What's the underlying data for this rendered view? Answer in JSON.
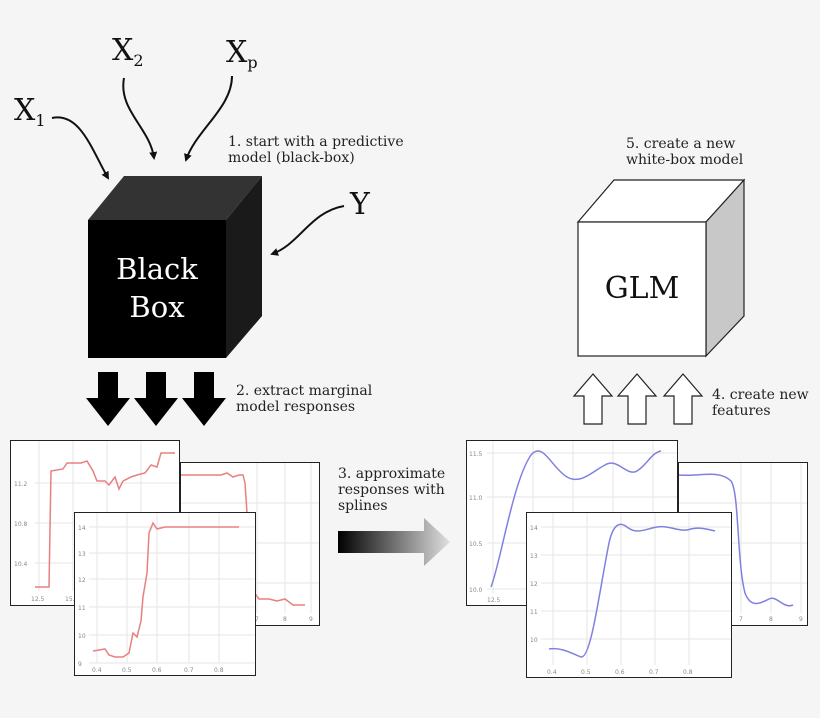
{
  "inputs": {
    "x1": {
      "base": "X",
      "sub": "1"
    },
    "x2": {
      "base": "X",
      "sub": "2"
    },
    "xp": {
      "base": "X",
      "sub": "p"
    },
    "y": "Y"
  },
  "black_box": {
    "line1": "Black",
    "line2": "Box"
  },
  "glm_box": {
    "label": "GLM"
  },
  "steps": {
    "step1": [
      "1. start with a predictive",
      "model (black-box)"
    ],
    "step2": [
      "2. extract marginal",
      "model responses"
    ],
    "step3": [
      "3. approximate",
      "responses with",
      "splines"
    ],
    "step4": [
      "4. create new",
      "features"
    ],
    "step5": [
      "5. create a new",
      "white-box model"
    ]
  },
  "plots": {
    "left_back": {
      "yticks": [
        "11.2",
        "10.8",
        "10.4"
      ],
      "xticks": [
        "12.5",
        "15.0"
      ]
    },
    "left_mid": {
      "xticks": [
        "7",
        "8",
        "9"
      ]
    },
    "left_front": {
      "yticks": [
        "14",
        "13",
        "12",
        "11",
        "10",
        "9"
      ],
      "xticks": [
        "0.4",
        "0.5",
        "0.6",
        "0.7",
        "0.8"
      ]
    },
    "right_back": {
      "yticks": [
        "11.5",
        "11.0",
        "10.5",
        "10.0"
      ],
      "xticks": [
        "12.5"
      ]
    },
    "right_mid": {
      "xticks": [
        "7",
        "8",
        "9"
      ]
    },
    "right_front": {
      "yticks": [
        "14",
        "13",
        "12",
        "11",
        "10"
      ],
      "xticks": [
        "0.4",
        "0.5",
        "0.6",
        "0.7",
        "0.8"
      ]
    }
  },
  "colors": {
    "background": "#f5f5f5",
    "black_box": "#000000",
    "black_box_top": "#333333",
    "glm_side": "#c8c8c8",
    "raw_line": "#e88080",
    "spline_line": "#8080e0",
    "grid": "#e6e6e6"
  }
}
